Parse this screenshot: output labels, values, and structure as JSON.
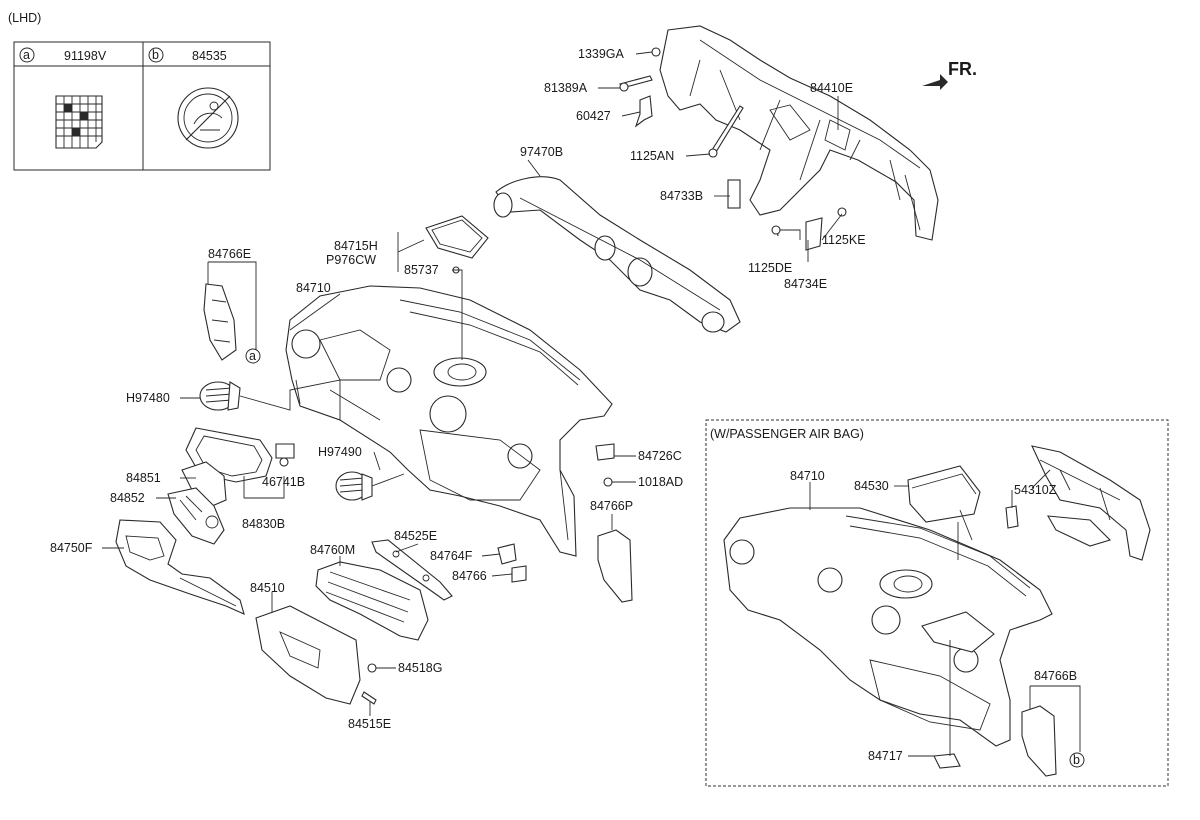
{
  "header": {
    "variant": "(LHD)",
    "front_indicator": "FR."
  },
  "legend": [
    {
      "key": "a",
      "part": "91198V"
    },
    {
      "key": "b",
      "part": "84535"
    }
  ],
  "subassembly": {
    "title": "(W/PASSENGER AIR BAG)"
  },
  "labels": {
    "p1339GA": "1339GA",
    "p81389A": "81389A",
    "p60427": "60427",
    "p1125AN": "1125AN",
    "p84410E": "84410E",
    "p84733B": "84733B",
    "p1125DE": "1125DE",
    "p1125KE": "1125KE",
    "p84734E": "84734E",
    "p97470B": "97470B",
    "p84766E": "84766E",
    "p84715H": "84715H",
    "pP976CW": "P976CW",
    "p85737": "85737",
    "p84710": "84710",
    "pH97480": "H97480",
    "p84851": "84851",
    "p84852": "84852",
    "p46741B": "46741B",
    "p84830B": "84830B",
    "pH97490": "H97490",
    "p84750F": "84750F",
    "p84760M": "84760M",
    "p84525E": "84525E",
    "p84764F": "84764F",
    "p84766": "84766",
    "p84510": "84510",
    "p84518G": "84518G",
    "p84515E": "84515E",
    "p84726C": "84726C",
    "p1018AD": "1018AD",
    "p84766P": "84766P",
    "s84710": "84710",
    "s84530": "84530",
    "s54310Z": "54310Z",
    "s84766B": "84766B",
    "s84717": "84717"
  }
}
